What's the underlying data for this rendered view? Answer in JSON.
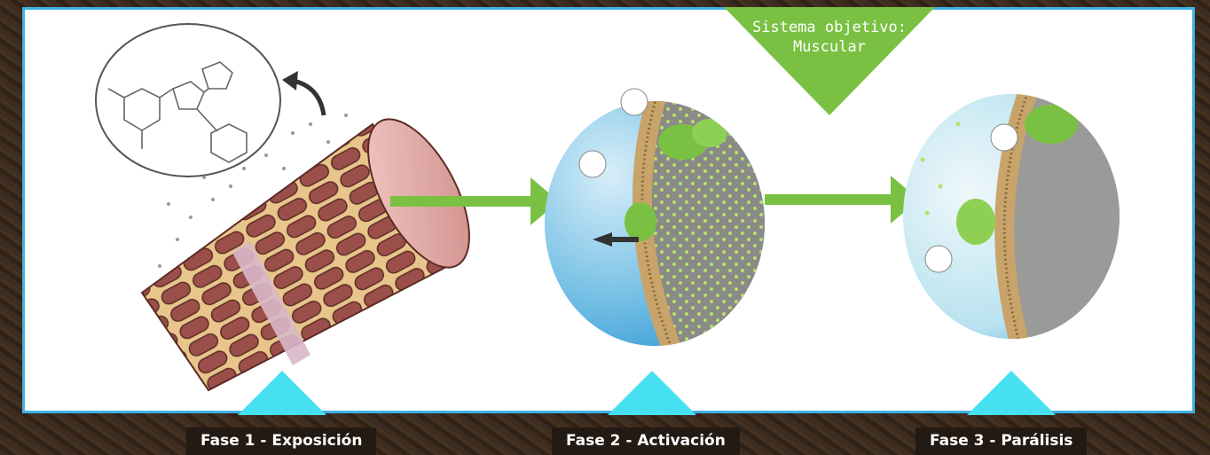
{
  "badge": {
    "line1": "Sistema objetivo:",
    "line2": "Muscular"
  },
  "phases": [
    {
      "label": "Fase 1 - Exposición"
    },
    {
      "label": "Fase 2 - Activación"
    },
    {
      "label": "Fase 3 - Parálisis"
    }
  ],
  "colors": {
    "frame": "#3fb1e6",
    "accent_green": "#7ac143",
    "pointer_cyan": "#46e0f0",
    "label_bg": "#231a13"
  }
}
